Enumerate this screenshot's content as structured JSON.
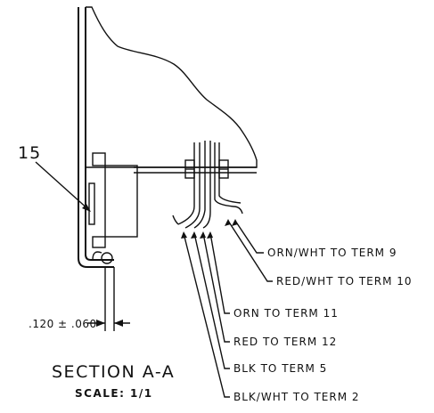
{
  "item_callout": "15",
  "dimension": ".120 ± .060",
  "section": {
    "title": "SECTION A-A",
    "scale": "SCALE: 1/1"
  },
  "wires": [
    {
      "label": "ORN/WHT TO TERM 9"
    },
    {
      "label": "RED/WHT TO TERM 10"
    },
    {
      "label": "ORN TO TERM 11"
    },
    {
      "label": "RED TO TERM 12"
    },
    {
      "label": "BLK TO TERM 5"
    },
    {
      "label": "BLK/WHT TO TERM 2"
    }
  ]
}
